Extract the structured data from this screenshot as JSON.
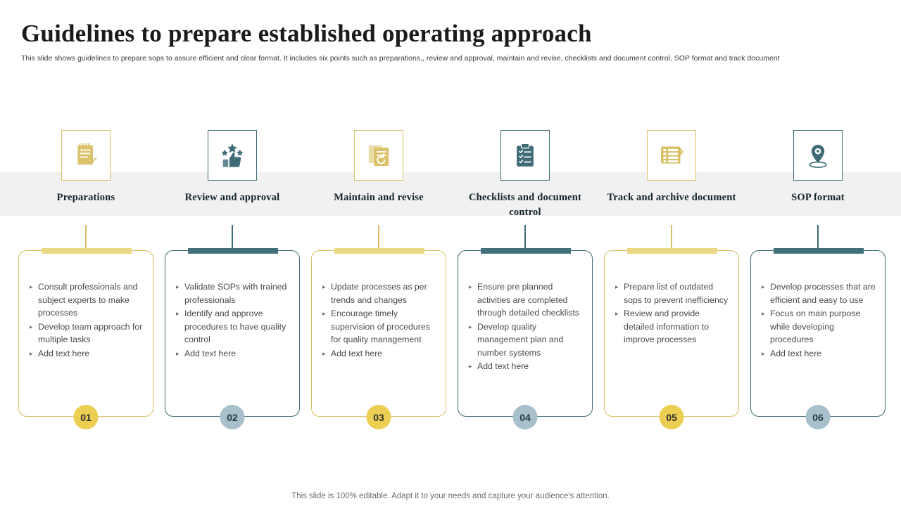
{
  "header": {
    "title": "Guidelines to prepare established operating approach",
    "subtitle": "This slide shows guidelines to prepare sops to assure efficient and clear format. It includes six points such as preparations,, review and approval, maintain and revise, checklists and document control, SOP  format and track document"
  },
  "colors": {
    "gold": "#d9bf63",
    "gold_bar": "#ebd884",
    "gold_badge": "#ebce52",
    "teal": "#3e6b75",
    "teal_bar": "#42707a",
    "teal_badge": "#a8c0cc",
    "band_gray": "#f1f1f1",
    "text_dark": "#14242b",
    "body_text": "#4a4a4a"
  },
  "steps": [
    {
      "label": "Preparations",
      "icon": "notepad-signature-icon",
      "theme": "gold",
      "number": "01",
      "bullets": [
        "Consult professionals and subject experts to make processes",
        "Develop team approach for multiple tasks",
        "Add text here"
      ]
    },
    {
      "label": "Review and approval",
      "icon": "thumbs-up-stars-icon",
      "theme": "teal",
      "number": "02",
      "bullets": [
        "Validate SOPs with trained professionals",
        "Identify and approve procedures to have quality control",
        "Add text here"
      ]
    },
    {
      "label": "Maintain and revise",
      "icon": "documents-refresh-icon",
      "theme": "gold",
      "number": "03",
      "bullets": [
        "Update processes as per trends and changes",
        "Encourage timely supervision of procedures for quality management",
        "Add text here"
      ]
    },
    {
      "label": "Checklists and document control",
      "icon": "clipboard-checklist-icon",
      "theme": "teal",
      "number": "04",
      "bullets": [
        "Ensure pre planned activities are completed through detailed checklists",
        "Develop quality management plan and number systems",
        "Add text here"
      ]
    },
    {
      "label": "Track and archive document",
      "icon": "list-document-icon",
      "theme": "gold",
      "number": "05",
      "bullets": [
        "Prepare list of outdated sops to prevent inefficiency",
        "Review and provide detailed information to improve processes"
      ]
    },
    {
      "label": "SOP format",
      "icon": "location-pin-icon",
      "theme": "teal",
      "number": "06",
      "bullets": [
        "Develop processes that are efficient and easy to use",
        "Focus on main purpose while developing procedures",
        "Add text here"
      ]
    }
  ],
  "bullet_marker": "▸",
  "footer": {
    "note": "This slide is 100% editable. Adapt it to your needs and capture your audience's attention."
  }
}
